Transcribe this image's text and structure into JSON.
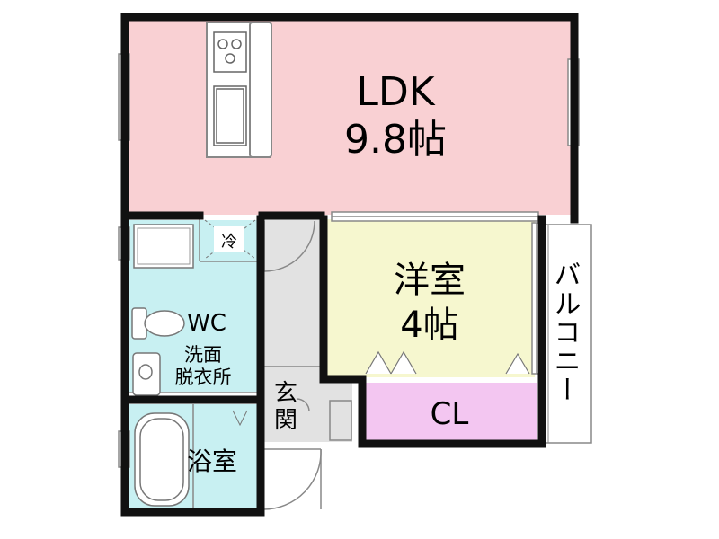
{
  "rooms": {
    "ldk": {
      "name": "LDK",
      "size": "9.8帖",
      "color": "#f9d0d3"
    },
    "western": {
      "name": "洋室",
      "size": "4帖",
      "color": "#f6f7cf"
    },
    "closet": {
      "name": "CL",
      "color": "#f3c6f1"
    },
    "wc": {
      "name": "WC",
      "color": "#c8f0f2"
    },
    "washroom": {
      "name_line1": "洗面",
      "name_line2": "脱衣所",
      "color": "#c8f0f2"
    },
    "bath": {
      "name": "浴室",
      "color": "#c8f0f2"
    },
    "entrance": {
      "name_line1": "玄",
      "name_line2": "関",
      "color": "#e2e2e2"
    },
    "fridge": {
      "name": "冷"
    },
    "balcony": {
      "name": "バルコニー"
    }
  },
  "colors": {
    "wall": "#111111",
    "line": "#888888",
    "hall": "#e2e2e2",
    "background": "#ffffff"
  },
  "icons": [
    "stove-icon",
    "sink-icon",
    "toilet-icon",
    "washbasin-icon",
    "bathtub-icon",
    "door-swing-icon",
    "window-icon"
  ]
}
